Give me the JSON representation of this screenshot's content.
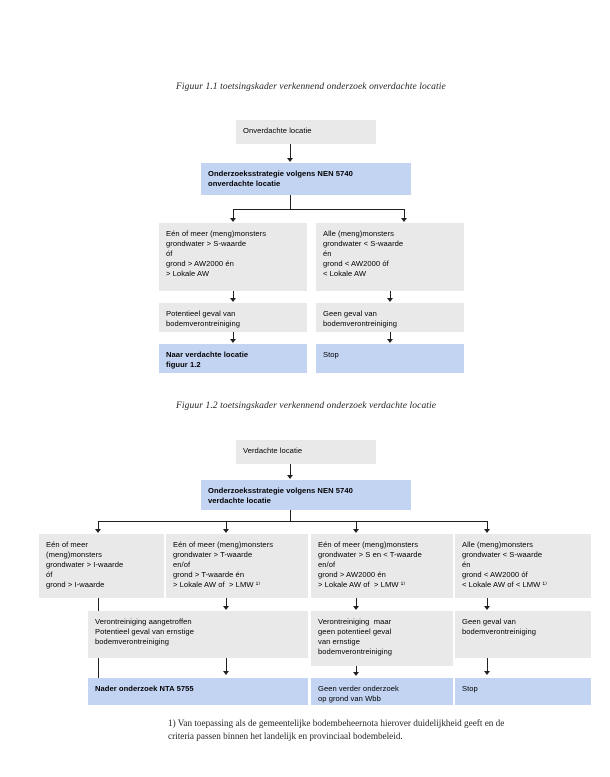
{
  "figure1": {
    "caption": "Figuur 1.1 toetsingskader verkennend onderzoek onverdachte locatie",
    "start": "Onverdachte locatie",
    "strategy": "Onderzoeksstrategie volgens NEN 5740\nonverdachte locatie",
    "branch_left": "Eén of meer (meng)monsters\ngrondwater > S-waarde\nóf\ngrond > AW2000 én\n> Lokale AW",
    "branch_right": "Alle (meng)monsters\ngrondwater < S-waarde\nén\ngrond < AW2000 óf\n< Lokale AW",
    "result_left": "Potentieel geval van\nbodemverontreiniging",
    "result_right": "Geen geval van\nbodemverontreiniging",
    "action_left": "Naar verdachte locatie\nfiguur 1.2",
    "action_right": "Stop"
  },
  "figure2": {
    "caption": "Figuur 1.2 toetsingskader verkennend onderzoek verdachte locatie",
    "start": "Verdachte locatie",
    "strategy": "Onderzoeksstrategie volgens NEN 5740\nverdachte locatie",
    "branch_1": "Eén of meer\n(meng)monsters\ngrondwater > I-waarde\nóf\ngrond > I-waarde",
    "branch_2": "Eén of meer (meng)monsters\ngrondwater > T-waarde\nen/of\ngrond > T-waarde én\n> Lokale AW of  > LMW ¹⁾",
    "branch_3": "Eén of meer (meng)monsters\ngrondwater > S en < T-waarde\nen/of\ngrond > AW2000 én\n> Lokale AW of  > LMW ¹⁾",
    "branch_4": "Alle (meng)monsters\ngrondwater < S-waarde\nén\ngrond < AW2000 óf\n< Lokale AW of < LMW ¹⁾",
    "result_2": "Verontreiniging aangetroffen\nPotentieel geval van ernstige\nbodemverontreiniging",
    "result_3": "Verontreiniging  maar\ngeen potentieel geval\nvan ernstige\nbodemverontreiniging",
    "result_4": "Geen geval van\nbodemverontreiniging",
    "action_2": "Nader onderzoek NTA 5755",
    "action_3": "Geen verder onderzoek\nop grond van Wbb",
    "action_4": "Stop"
  },
  "footnote": "1) Van toepassing als de gemeentelijke bodembeheernota hierover duidelijkheid geeft en de criteria passen binnen het landelijk en provinciaal bodembeleid.",
  "colors": {
    "blue_box": "#c3d4f3",
    "gray_box": "#e9e9e9",
    "connector": "#231f20",
    "text": "#000000"
  }
}
